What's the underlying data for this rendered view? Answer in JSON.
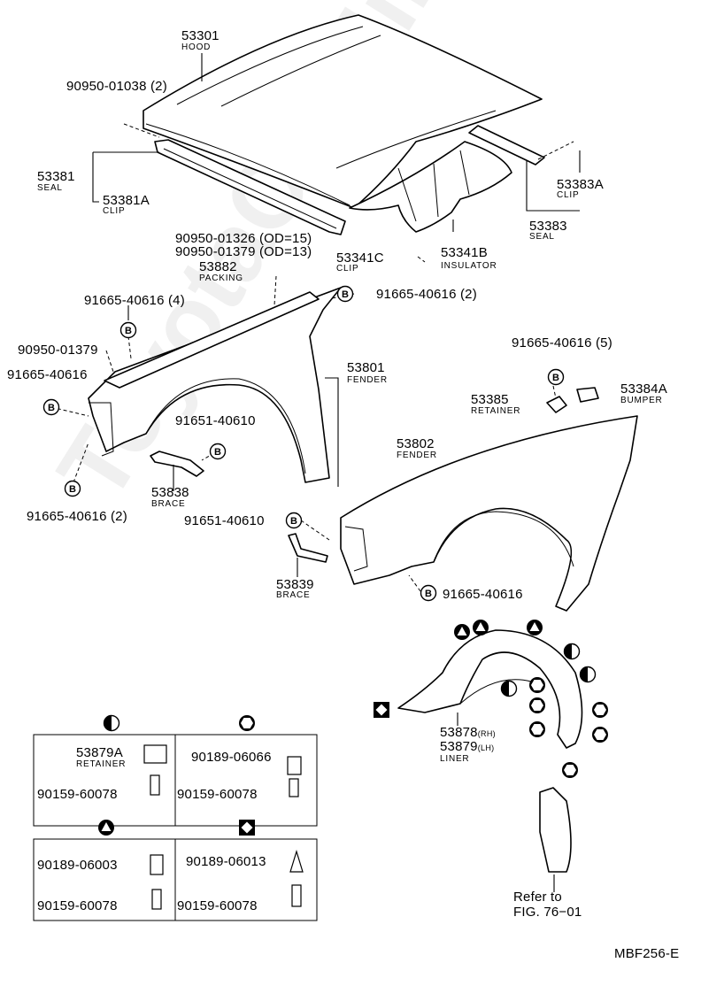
{
  "watermark": "ToyotaCarMine.ru",
  "diagram_code": "MBF256-E",
  "refer": {
    "line1": "Refer to",
    "line2": "FIG. 76−01"
  },
  "labels": {
    "hood_no": "53301",
    "hood_name": "HOOD",
    "nut_hood": "90950-01038 (2)",
    "seal_no": "53381",
    "seal_name": "SEAL",
    "clip_no": "53381A",
    "clip_name": "CLIP",
    "seal2_no": "53383",
    "seal2_name": "SEAL",
    "clip2_no": "53383A",
    "clip2_name": "CLIP",
    "ins_clip_no": "53341C",
    "ins_clip_name": "CLIP",
    "ins_no": "53341B",
    "ins_name": "INSULATOR",
    "grom1": "90950-01326 (OD=15)",
    "grom2": "90950-01379 (OD=13)",
    "packing_no": "53882",
    "packing_name": "PACKING",
    "bolt4": "91665-40616 (4)",
    "bolt2_top": "91665-40616 (2)",
    "grom3": "90950-01379",
    "bolt_left": "91665-40616",
    "fender_r_no": "53801",
    "fender_r_name": "FENDER",
    "bolt_610_a": "91651-40610",
    "brace1_no": "53838",
    "brace1_name": "BRACE",
    "bolt2_bottom": "91665-40616 (2)",
    "bolt5": "91665-40616 (5)",
    "retainer_no": "53385",
    "retainer_name": "RETAINER",
    "bumper_no": "53384A",
    "bumper_name": "BUMPER",
    "fender_l_no": "53802",
    "fender_l_name": "FENDER",
    "bolt_610_b": "91651-40610",
    "brace2_no": "53839",
    "brace2_name": "BRACE",
    "bolt_lower": "91665-40616",
    "liner_rh": "53878",
    "liner_rh_suffix": "(RH)",
    "liner_lh": "53879",
    "liner_lh_suffix": "(LH)",
    "liner_name": "LINER"
  },
  "fastener_box": {
    "half_circle": {
      "part": "53879A",
      "name": "RETAINER",
      "screw": "90159-60078"
    },
    "hexagon": {
      "part": "90189-06066",
      "screw": "90159-60078"
    },
    "triangle": {
      "part": "90189-06003",
      "screw": "90159-60078"
    },
    "diamond": {
      "part": "90189-06013",
      "screw": "90159-60078"
    }
  },
  "bolt_marker_letter": "B",
  "icons": [
    "half-circle-marker",
    "hexagon-marker",
    "triangle-marker",
    "diamond-marker",
    "bolt-b-marker"
  ]
}
